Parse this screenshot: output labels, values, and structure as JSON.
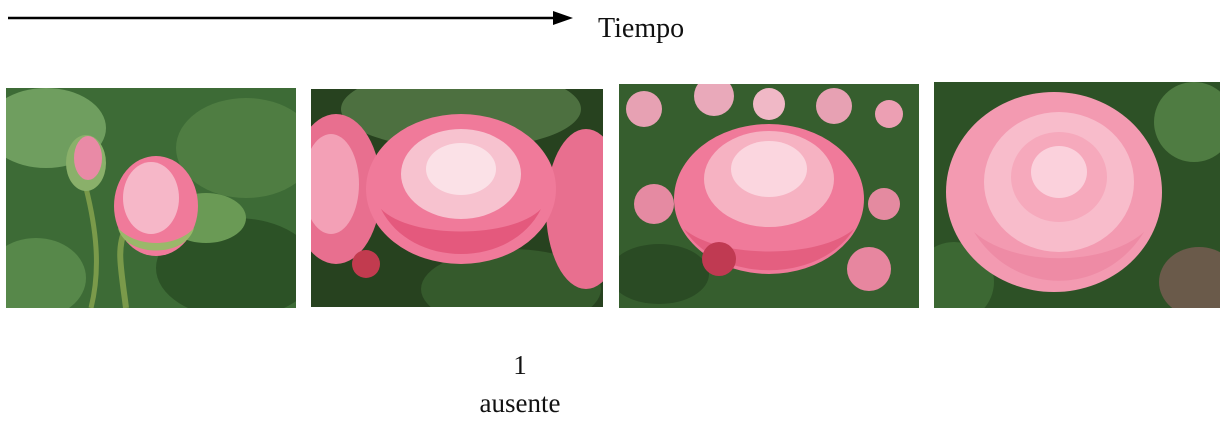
{
  "timeline": {
    "label": "Tiempo",
    "line_color": "#000000"
  },
  "photos": [
    {
      "name": "rose-bud"
    },
    {
      "name": "rose-opening"
    },
    {
      "name": "rose-blooming"
    },
    {
      "name": "rose-full-bloom"
    }
  ],
  "captions": {
    "number": "1",
    "word": "ausente"
  },
  "colors": {
    "rose_pink": "#f07a9a",
    "leaf_green": "#2f5a2c"
  }
}
